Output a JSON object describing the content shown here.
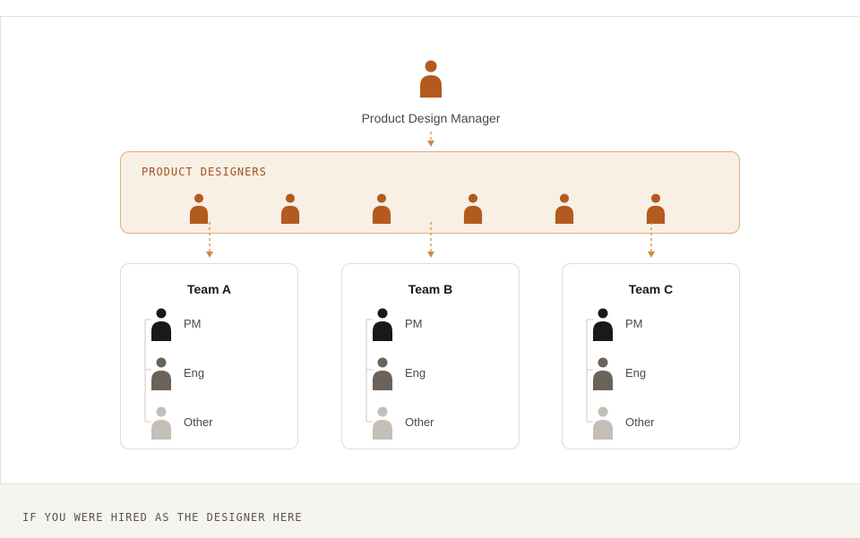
{
  "manager": {
    "label": "Product Design Manager",
    "icon": "person-icon",
    "color": "#b35a1f"
  },
  "designers": {
    "label": "PRODUCT DESIGNERS",
    "count": 6,
    "color": "#b35a1f"
  },
  "teams": [
    {
      "name": "Team A",
      "members": [
        {
          "role": "PM",
          "color": "#1b1918"
        },
        {
          "role": "Eng",
          "color": "#6b6259"
        },
        {
          "role": "Other",
          "color": "#c4beb6"
        }
      ]
    },
    {
      "name": "Team B",
      "members": [
        {
          "role": "PM",
          "color": "#1b1918"
        },
        {
          "role": "Eng",
          "color": "#6b6259"
        },
        {
          "role": "Other",
          "color": "#c4beb6"
        }
      ]
    },
    {
      "name": "Team C",
      "members": [
        {
          "role": "PM",
          "color": "#1b1918"
        },
        {
          "role": "Eng",
          "color": "#6b6259"
        },
        {
          "role": "Other",
          "color": "#c4beb6"
        }
      ]
    }
  ],
  "connector_color": "#d08a42",
  "footer": {
    "text": "IF YOU WERE HIRED AS THE DESIGNER HERE"
  }
}
